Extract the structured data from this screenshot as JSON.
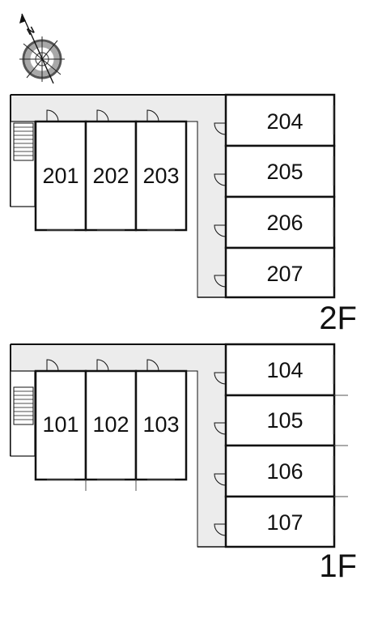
{
  "compass": {
    "north_letter": "N",
    "icon": "compass-rose-icon"
  },
  "floors": [
    {
      "key": "2f",
      "label": "2F",
      "west_rooms": [
        "201",
        "202",
        "203"
      ],
      "east_rooms": [
        "204",
        "205",
        "206",
        "207"
      ],
      "stair": true
    },
    {
      "key": "1f",
      "label": "1F",
      "west_rooms": [
        "101",
        "102",
        "103"
      ],
      "east_rooms": [
        "104",
        "105",
        "106",
        "107"
      ],
      "stair": true
    }
  ],
  "colors": {
    "wall": "#111111",
    "corridor": "#ececec",
    "room_fill": "#ffffff",
    "compass_ring": "#9a9a9a",
    "compass_dark": "#555555"
  }
}
